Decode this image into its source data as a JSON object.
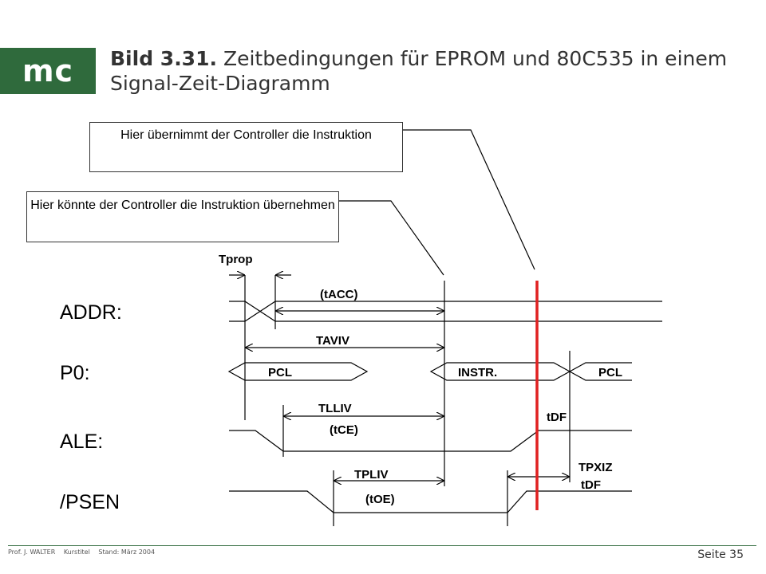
{
  "logo": {
    "text": "mc"
  },
  "title": {
    "number": "Bild 3.31.",
    "text": "Zeitbedingungen für EPROM und 80C535 in einem Signal-Zeit-Diagramm"
  },
  "callouts": {
    "takes_over": "Hier übernimmt der Controller die Instruktion",
    "could_take_over": "Hier könnte der Controller die Instruktion übernehmen"
  },
  "signals": {
    "addr": "ADDR:",
    "p0": "P0:",
    "ale": "ALE:",
    "psen": "/PSEN"
  },
  "timings": {
    "tprop": "Tprop",
    "tacc": "(tACC)",
    "taviv": "TAVIV",
    "tlliv": "TLLIV",
    "tce": "(tCE)",
    "tdf_ale": "tDF",
    "tpliv": "TPLIV",
    "toe": "(tOE)",
    "tpxiz": "TPXIZ",
    "tdf_psen": "tDF"
  },
  "bus": {
    "pcl_1": "PCL",
    "instr": "INSTR.",
    "pcl_2": "PCL"
  },
  "colors": {
    "accent": "#2f6a3c",
    "marker": "#e02020"
  },
  "footer": {
    "author": "Prof. J. WALTER",
    "course": "Kurstitel",
    "date": "Stand: März 2004",
    "page": "Seite 35"
  }
}
